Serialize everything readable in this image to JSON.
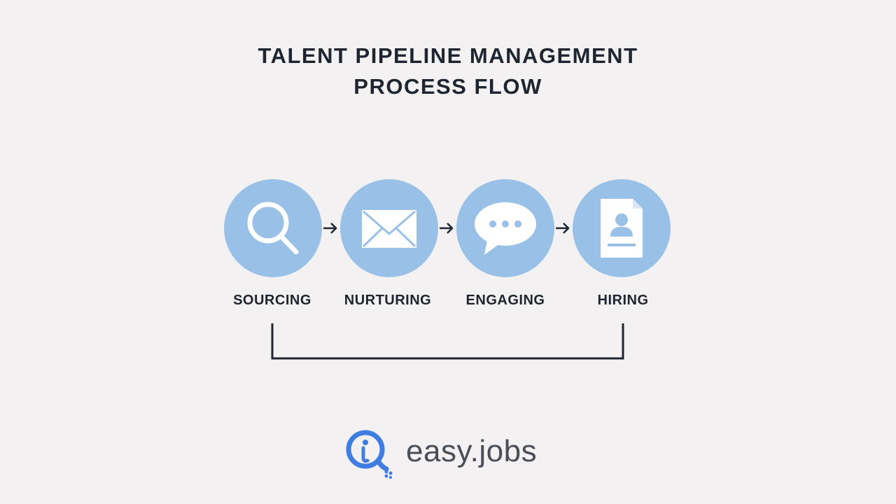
{
  "title": {
    "line1": "TALENT PIPELINE MANAGEMENT",
    "line2": "PROCESS FLOW"
  },
  "steps": [
    {
      "label": "SOURCING",
      "icon": "magnifying-glass-icon"
    },
    {
      "label": "NURTURING",
      "icon": "envelope-icon"
    },
    {
      "label": "ENGAGING",
      "icon": "chat-bubble-icon"
    },
    {
      "label": "HIRING",
      "icon": "resume-document-icon"
    }
  ],
  "colors": {
    "circle": "#99c0e6",
    "text": "#1f2530",
    "background": "#f3f1f1",
    "logo_blue": "#3f7de0",
    "logo_text": "#4a4f57"
  },
  "logo": {
    "text": "easy.jobs",
    "icon": "easy-jobs-logo-icon"
  }
}
